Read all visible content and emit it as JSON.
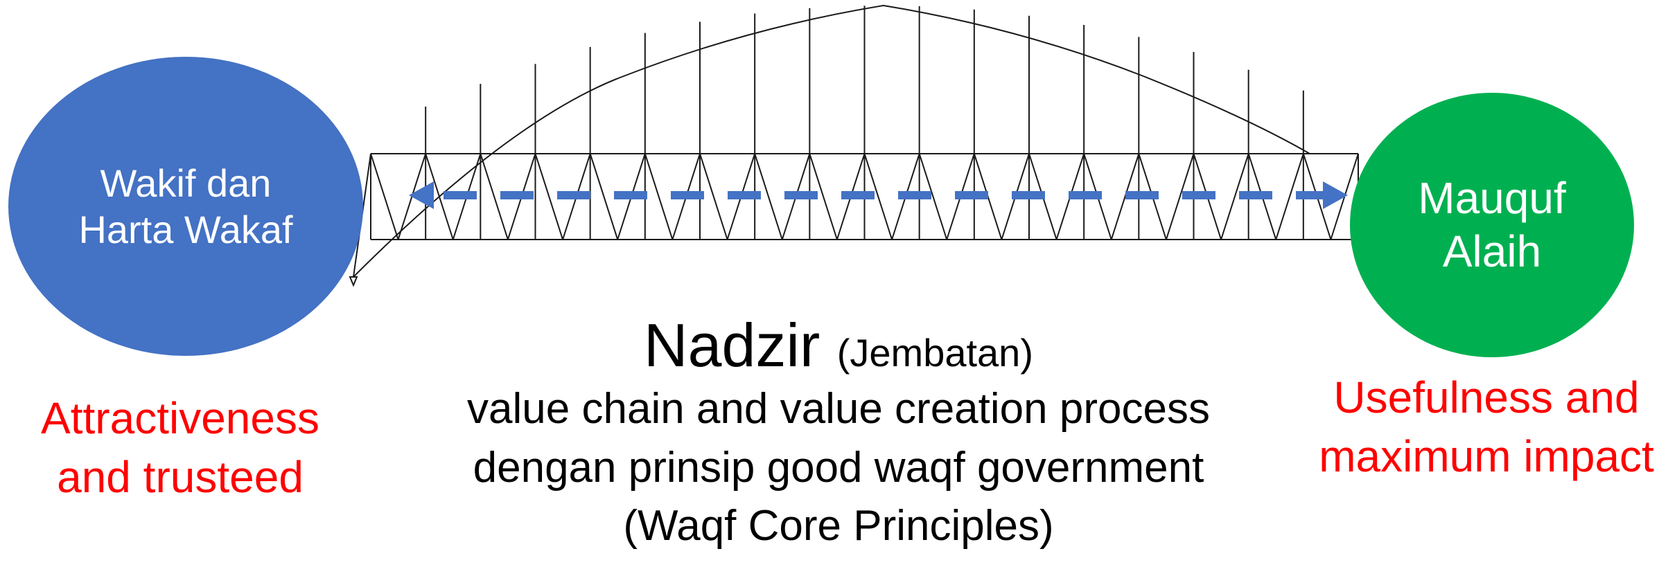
{
  "colors": {
    "left_circle": "#4472c4",
    "right_circle": "#00b050",
    "arrow": "#4472c4",
    "caption_red": "#ff0000",
    "bridge_line": "#1a1a1a"
  },
  "left_node": {
    "lines": [
      "Wakif dan",
      "Harta Wakaf"
    ],
    "caption": [
      "Attractiveness",
      "and trusteed"
    ]
  },
  "right_node": {
    "lines": [
      "Mauquf",
      "Alaih"
    ],
    "caption": [
      "Usefulness and",
      "maximum impact"
    ]
  },
  "center": {
    "title": "Nadzir",
    "subtitle": "(Jembatan)",
    "lines": [
      "value chain and value creation process",
      "dengan prinsip good waqf government",
      "(Waqf Core Principles)"
    ]
  },
  "connector": {
    "icon": "double-headed-dashed-arrow",
    "bridge_icon": "arch-truss-bridge"
  }
}
